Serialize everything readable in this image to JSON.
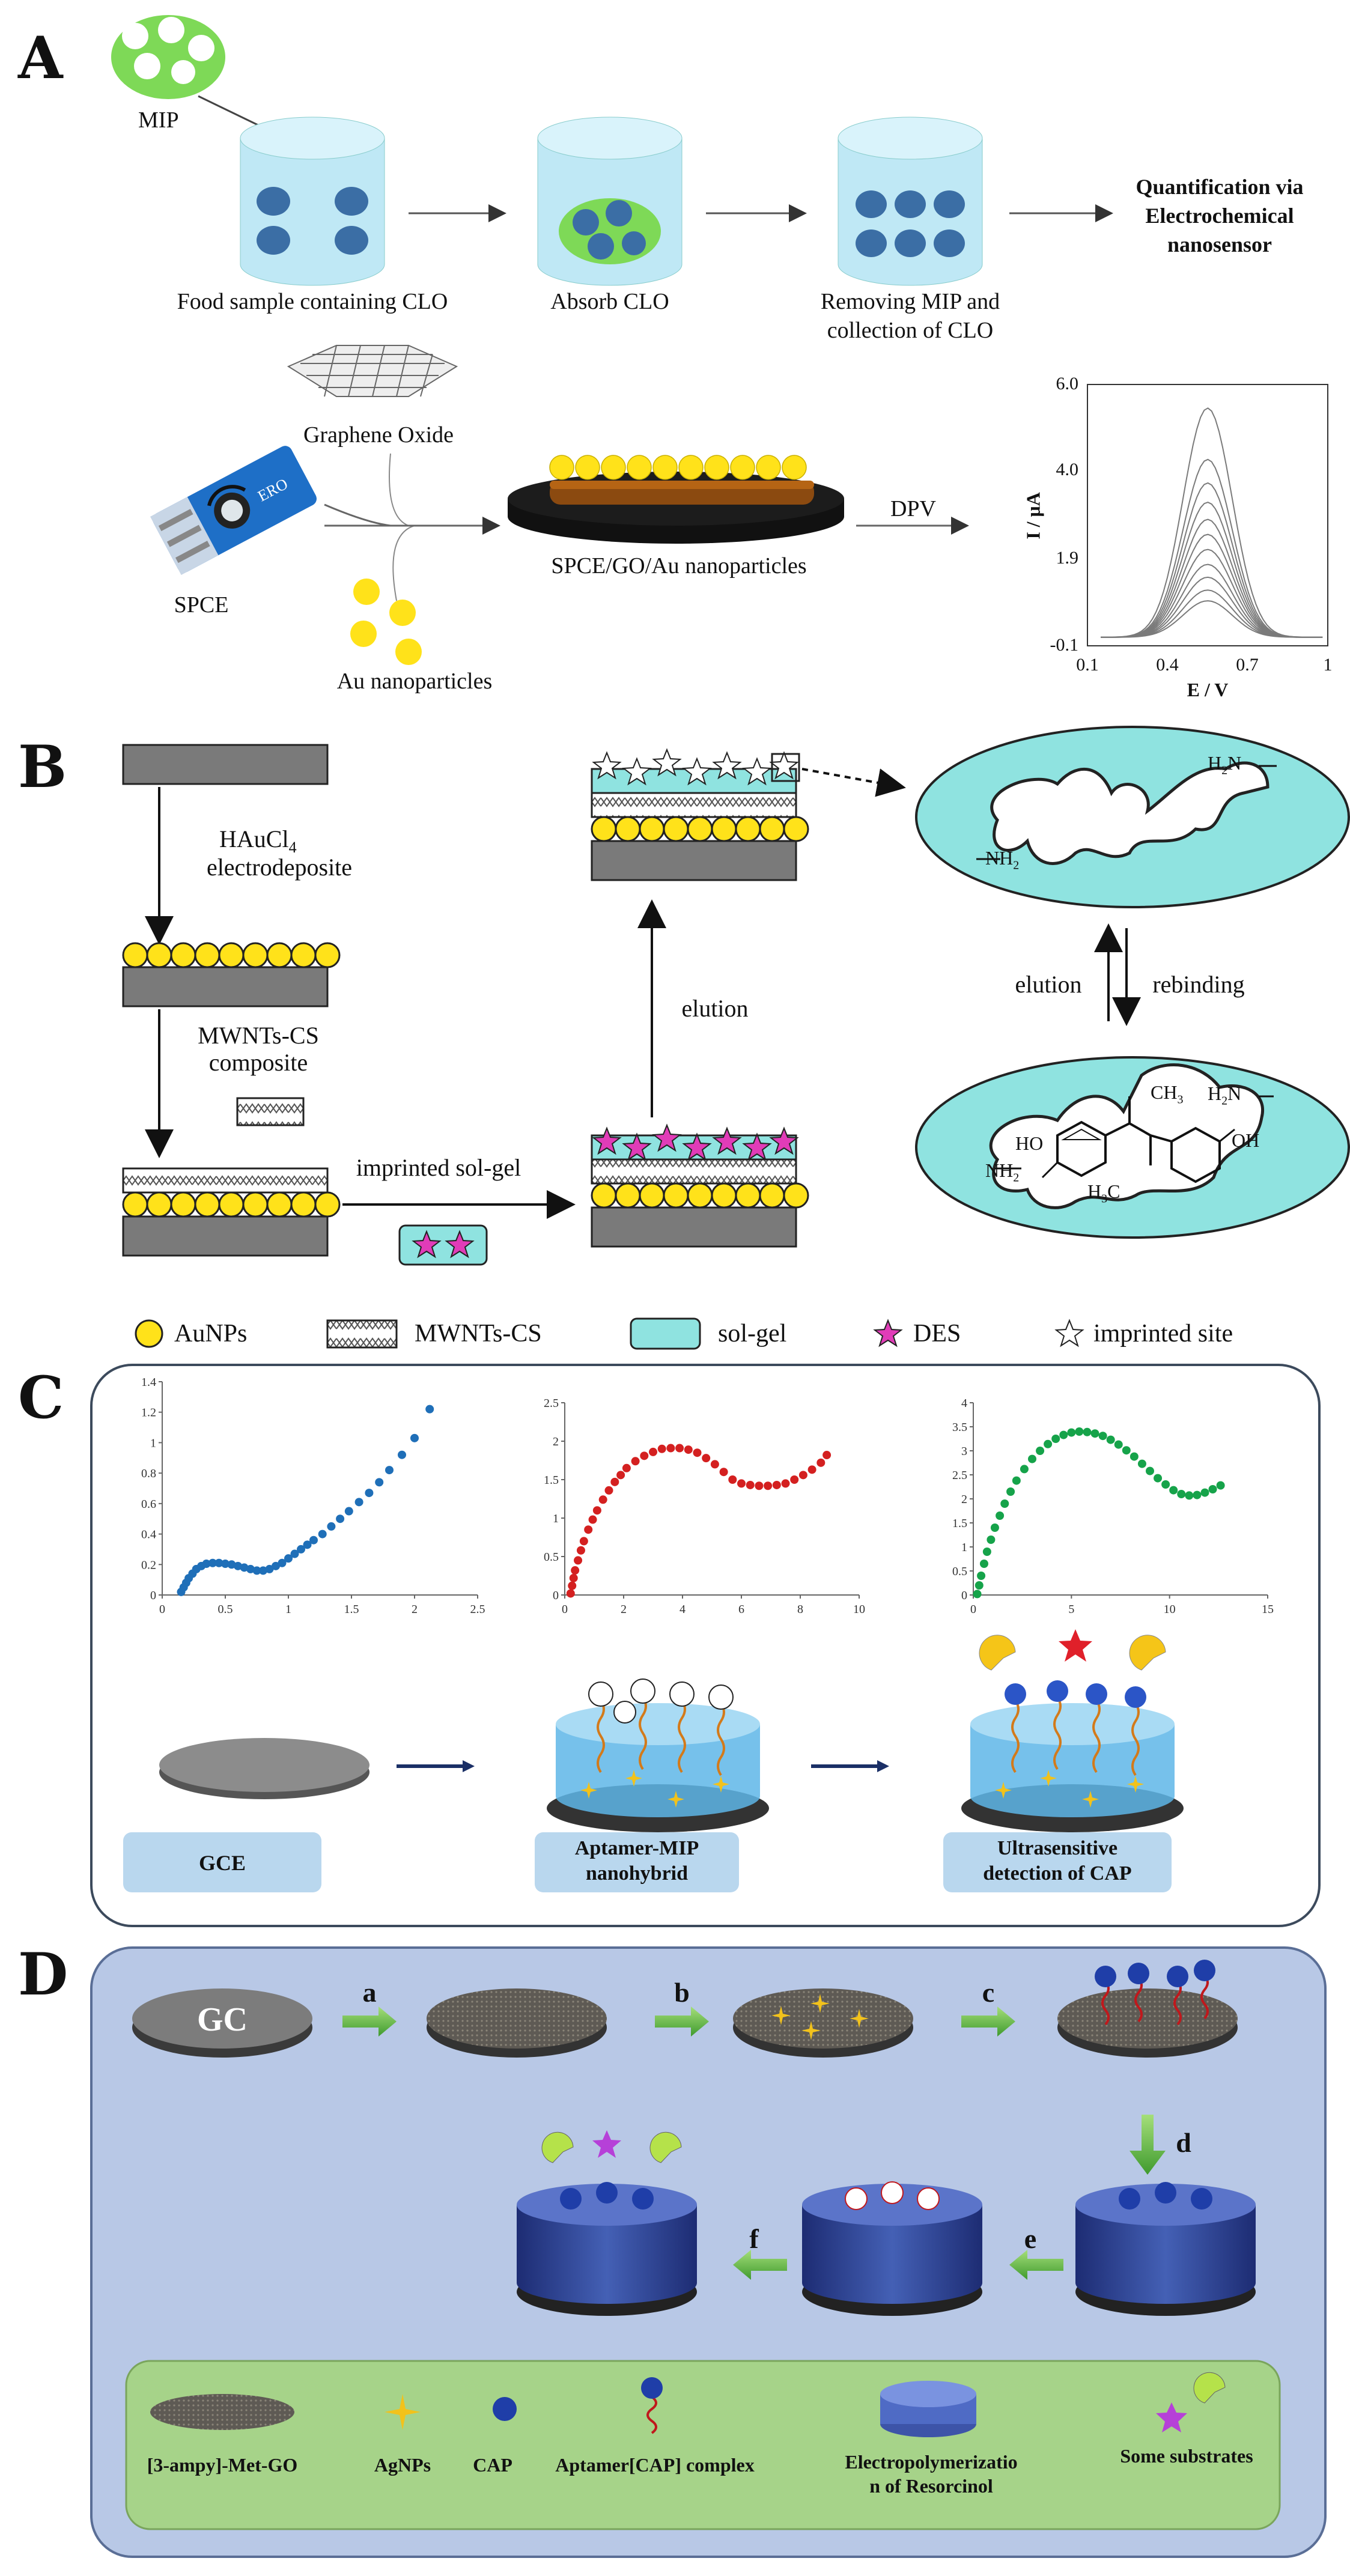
{
  "panels": {
    "a": "A",
    "b": "B",
    "c": "C",
    "d": "D"
  },
  "panelA": {
    "mip": "MIP",
    "step1": "Food sample containing CLO",
    "step2": "Absorb CLO",
    "step3_l1": "Removing MIP and",
    "step3_l2": "collection of CLO",
    "quant_l1": "Quantification via",
    "quant_l2": "Electrochemical",
    "quant_l3": "nanosensor",
    "graphene": "Graphene Oxide",
    "spce": "SPCE",
    "au": "Au nanoparticles",
    "electrode": "SPCE/GO/Au nanoparticles",
    "dpv": "DPV",
    "chip_text": "ERO"
  },
  "panelA_chart": {
    "ylabel": "I / μA",
    "xlabel": "E / V",
    "yticks": [
      "6.0",
      "4.0",
      "1.9",
      "-0.1"
    ],
    "xticks": [
      "0.1",
      "0.4",
      "0.7",
      "1"
    ]
  },
  "chart_data": [
    {
      "type": "line",
      "xlabel": "E / V",
      "ylabel": "I / μA",
      "xlim": [
        0.1,
        1.0
      ],
      "ylim": [
        -0.1,
        6.0
      ],
      "peak_x": 0.55,
      "base_level": 0.1,
      "peak_heights": [
        5.45,
        4.25,
        3.7,
        3.25,
        2.85,
        2.5,
        2.15,
        1.8,
        1.5,
        1.2,
        0.95
      ]
    },
    {
      "type": "scatter",
      "color": "#1f6fb8",
      "xlim": [
        0,
        2.5
      ],
      "ylim": [
        0,
        1.4
      ],
      "yticks": [
        "1.4",
        "1.2",
        "1",
        "0.8",
        "0.6",
        "0.4",
        "0.2",
        "0"
      ],
      "xticks": [
        "0",
        "0.5",
        "1",
        "1.5",
        "2",
        "2.5"
      ],
      "points": [
        [
          0.15,
          0.02
        ],
        [
          0.17,
          0.05
        ],
        [
          0.19,
          0.08
        ],
        [
          0.21,
          0.11
        ],
        [
          0.24,
          0.14
        ],
        [
          0.27,
          0.17
        ],
        [
          0.31,
          0.19
        ],
        [
          0.35,
          0.205
        ],
        [
          0.4,
          0.21
        ],
        [
          0.45,
          0.21
        ],
        [
          0.5,
          0.205
        ],
        [
          0.55,
          0.2
        ],
        [
          0.6,
          0.19
        ],
        [
          0.65,
          0.18
        ],
        [
          0.7,
          0.17
        ],
        [
          0.75,
          0.16
        ],
        [
          0.8,
          0.16
        ],
        [
          0.85,
          0.17
        ],
        [
          0.9,
          0.19
        ],
        [
          0.95,
          0.21
        ],
        [
          1.0,
          0.24
        ],
        [
          1.05,
          0.27
        ],
        [
          1.1,
          0.3
        ],
        [
          1.15,
          0.33
        ],
        [
          1.2,
          0.36
        ],
        [
          1.27,
          0.4
        ],
        [
          1.34,
          0.45
        ],
        [
          1.41,
          0.5
        ],
        [
          1.48,
          0.55
        ],
        [
          1.56,
          0.61
        ],
        [
          1.64,
          0.67
        ],
        [
          1.72,
          0.74
        ],
        [
          1.8,
          0.82
        ],
        [
          1.9,
          0.92
        ],
        [
          2.0,
          1.03
        ],
        [
          2.12,
          1.22
        ]
      ]
    },
    {
      "type": "scatter",
      "color": "#d42020",
      "xlim": [
        0,
        10
      ],
      "ylim": [
        0,
        2.5
      ],
      "yticks": [
        "2.5",
        "2",
        "1.5",
        "1",
        "0.5",
        "0"
      ],
      "xticks": [
        "0",
        "2",
        "4",
        "6",
        "8",
        "10"
      ],
      "points": [
        [
          0.2,
          0.02
        ],
        [
          0.25,
          0.12
        ],
        [
          0.3,
          0.22
        ],
        [
          0.35,
          0.32
        ],
        [
          0.45,
          0.45
        ],
        [
          0.55,
          0.58
        ],
        [
          0.65,
          0.7
        ],
        [
          0.8,
          0.85
        ],
        [
          0.95,
          0.98
        ],
        [
          1.1,
          1.1
        ],
        [
          1.3,
          1.24
        ],
        [
          1.5,
          1.36
        ],
        [
          1.7,
          1.47
        ],
        [
          1.9,
          1.56
        ],
        [
          2.1,
          1.65
        ],
        [
          2.4,
          1.74
        ],
        [
          2.7,
          1.81
        ],
        [
          3.0,
          1.86
        ],
        [
          3.3,
          1.9
        ],
        [
          3.6,
          1.91
        ],
        [
          3.9,
          1.91
        ],
        [
          4.2,
          1.89
        ],
        [
          4.5,
          1.85
        ],
        [
          4.8,
          1.78
        ],
        [
          5.1,
          1.7
        ],
        [
          5.4,
          1.6
        ],
        [
          5.7,
          1.5
        ],
        [
          6.0,
          1.45
        ],
        [
          6.3,
          1.43
        ],
        [
          6.6,
          1.42
        ],
        [
          6.9,
          1.42
        ],
        [
          7.2,
          1.43
        ],
        [
          7.5,
          1.45
        ],
        [
          7.8,
          1.5
        ],
        [
          8.1,
          1.56
        ],
        [
          8.4,
          1.63
        ],
        [
          8.7,
          1.72
        ],
        [
          8.9,
          1.82
        ]
      ]
    },
    {
      "type": "scatter",
      "color": "#16a34a",
      "xlim": [
        0,
        15
      ],
      "ylim": [
        0,
        4
      ],
      "yticks": [
        "4",
        "3.5",
        "3",
        "2.5",
        "2",
        "1.5",
        "1",
        "0.5",
        "0"
      ],
      "xticks": [
        "0",
        "5",
        "10",
        "15"
      ],
      "points": [
        [
          0.2,
          0.02
        ],
        [
          0.3,
          0.2
        ],
        [
          0.4,
          0.4
        ],
        [
          0.55,
          0.65
        ],
        [
          0.7,
          0.9
        ],
        [
          0.9,
          1.15
        ],
        [
          1.1,
          1.4
        ],
        [
          1.35,
          1.65
        ],
        [
          1.6,
          1.9
        ],
        [
          1.9,
          2.15
        ],
        [
          2.2,
          2.38
        ],
        [
          2.6,
          2.62
        ],
        [
          3.0,
          2.83
        ],
        [
          3.4,
          3.0
        ],
        [
          3.8,
          3.14
        ],
        [
          4.2,
          3.25
        ],
        [
          4.6,
          3.33
        ],
        [
          5.0,
          3.38
        ],
        [
          5.4,
          3.4
        ],
        [
          5.8,
          3.39
        ],
        [
          6.2,
          3.36
        ],
        [
          6.6,
          3.31
        ],
        [
          7.0,
          3.23
        ],
        [
          7.4,
          3.13
        ],
        [
          7.8,
          3.01
        ],
        [
          8.2,
          2.88
        ],
        [
          8.6,
          2.73
        ],
        [
          9.0,
          2.58
        ],
        [
          9.4,
          2.43
        ],
        [
          9.8,
          2.3
        ],
        [
          10.2,
          2.18
        ],
        [
          10.6,
          2.1
        ],
        [
          11.0,
          2.07
        ],
        [
          11.4,
          2.08
        ],
        [
          11.8,
          2.13
        ],
        [
          12.2,
          2.2
        ],
        [
          12.6,
          2.28
        ]
      ]
    }
  ],
  "panelB": {
    "haucl4": "HAuCl",
    "haucl4_sub": "4",
    "electrodeposite": "electrodeposite",
    "mwnts_l1": "MWNTs-CS",
    "mwnts_l2": "composite",
    "imprinted_solgel": "imprinted sol-gel",
    "elution": "elution",
    "elution2": "elution",
    "rebinding": "rebinding",
    "legend": {
      "aunps": "AuNPs",
      "mwnts": "MWNTs-CS",
      "solgel": "sol-gel",
      "des": "DES",
      "site": "imprinted site"
    },
    "h2n": "H",
    "h2n_sub": "2",
    "h2n_end": "N",
    "nh2": "NH",
    "nh2_sub": "2",
    "ch3": "CH",
    "ch3_sub": "3",
    "oh": "OH",
    "ho": "HO",
    "h3c": "H",
    "h3c_sub": "3",
    "h3c_end": "C"
  },
  "panelC": {
    "gce": "GCE",
    "aptamer_l1": "Aptamer-MIP",
    "aptamer_l2": "nanohybrid",
    "ultra_l1": "Ultrasensitive",
    "ultra_l2": "detection of CAP"
  },
  "panelD": {
    "gc": "GC",
    "a": "a",
    "b": "b",
    "c": "c",
    "d": "d",
    "e": "e",
    "f": "f",
    "legend": {
      "go": "[3-ampy]-Met-GO",
      "agnps": "AgNPs",
      "cap": "CAP",
      "complex": "Aptamer[CAP] complex",
      "electro_l1": "Electropolymerizatio",
      "electro_l2": "n of Resorcinol",
      "substrates": "Some substrates"
    }
  },
  "colors": {
    "cup": "#bfe8f5",
    "blue_dot": "#3b6ea5",
    "mip_green": "#7ed957",
    "aunp": "#ffe21a",
    "solgel": "#8fe3e0",
    "des": "#e13cb8",
    "panelC_label": "#b9d7ee",
    "panelD_bg": "#b8c8e6",
    "panelD_legend": "#a6d389"
  }
}
